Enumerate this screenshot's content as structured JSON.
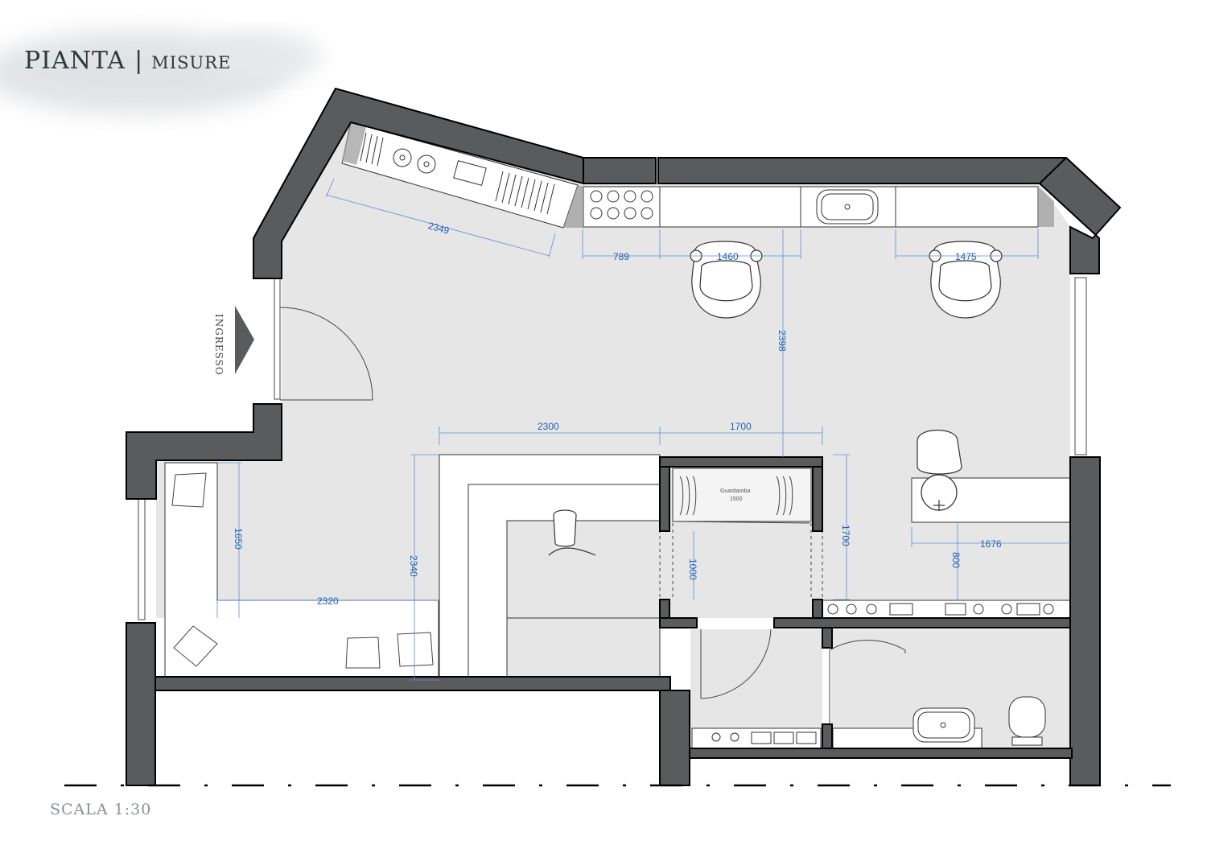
{
  "header": {
    "title": "PIANTA",
    "separator": "|",
    "subtitle": "MISURE"
  },
  "footer": {
    "scale": "SCALA 1:30"
  },
  "labels": {
    "entrance": "INGRESSO",
    "wardrobe": "Guardaroba",
    "wardrobe_size": "1500"
  },
  "dimensions": {
    "d2349": "2349",
    "d789": "789",
    "d1460": "1460",
    "d1475": "1475",
    "d2398": "2398",
    "d2300": "2300",
    "d1700h": "1700",
    "d1650": "1650",
    "d2340": "2340",
    "d2320": "2320",
    "d1000": "1000",
    "d1700v": "1700",
    "d1676": "1676",
    "d800": "800"
  },
  "colors": {
    "wall": "#5a5b5d",
    "floor": "#e6e6e6",
    "dimension": "#1f5fb5"
  }
}
